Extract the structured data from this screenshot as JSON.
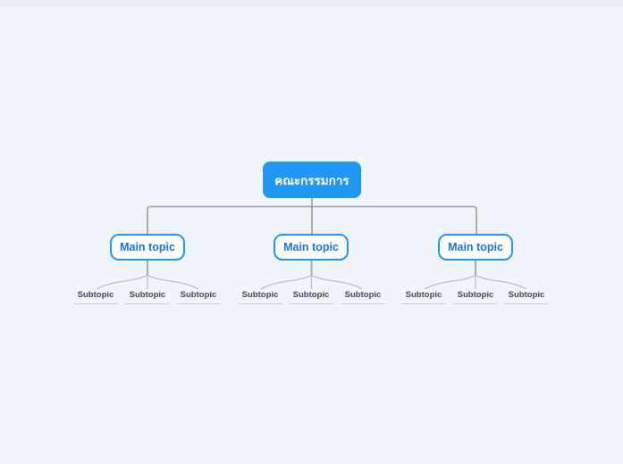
{
  "colors": {
    "canvas_background": "#f1f4fb",
    "top_strip": "#e9edf6",
    "node_blue": "#2196f3",
    "main_topic_text": "#1a73e8",
    "root_text": "#ffffff",
    "connector_gray": "#a4a7ac",
    "branch_gray": "#b9bec6",
    "subtopic_text": "#45494e",
    "subtopic_underline": "#c6cbd3"
  },
  "mindmap": {
    "root": {
      "label": "คณะกรรมการ"
    },
    "branches": [
      {
        "label": "Main topic",
        "children": [
          {
            "label": "Subtopic"
          },
          {
            "label": "Subtopic"
          },
          {
            "label": "Subtopic"
          }
        ]
      },
      {
        "label": "Main topic",
        "children": [
          {
            "label": "Subtopic"
          },
          {
            "label": "Subtopic"
          },
          {
            "label": "Subtopic"
          }
        ]
      },
      {
        "label": "Main topic",
        "children": [
          {
            "label": "Subtopic"
          },
          {
            "label": "Subtopic"
          },
          {
            "label": "Subtopic"
          }
        ]
      }
    ]
  }
}
